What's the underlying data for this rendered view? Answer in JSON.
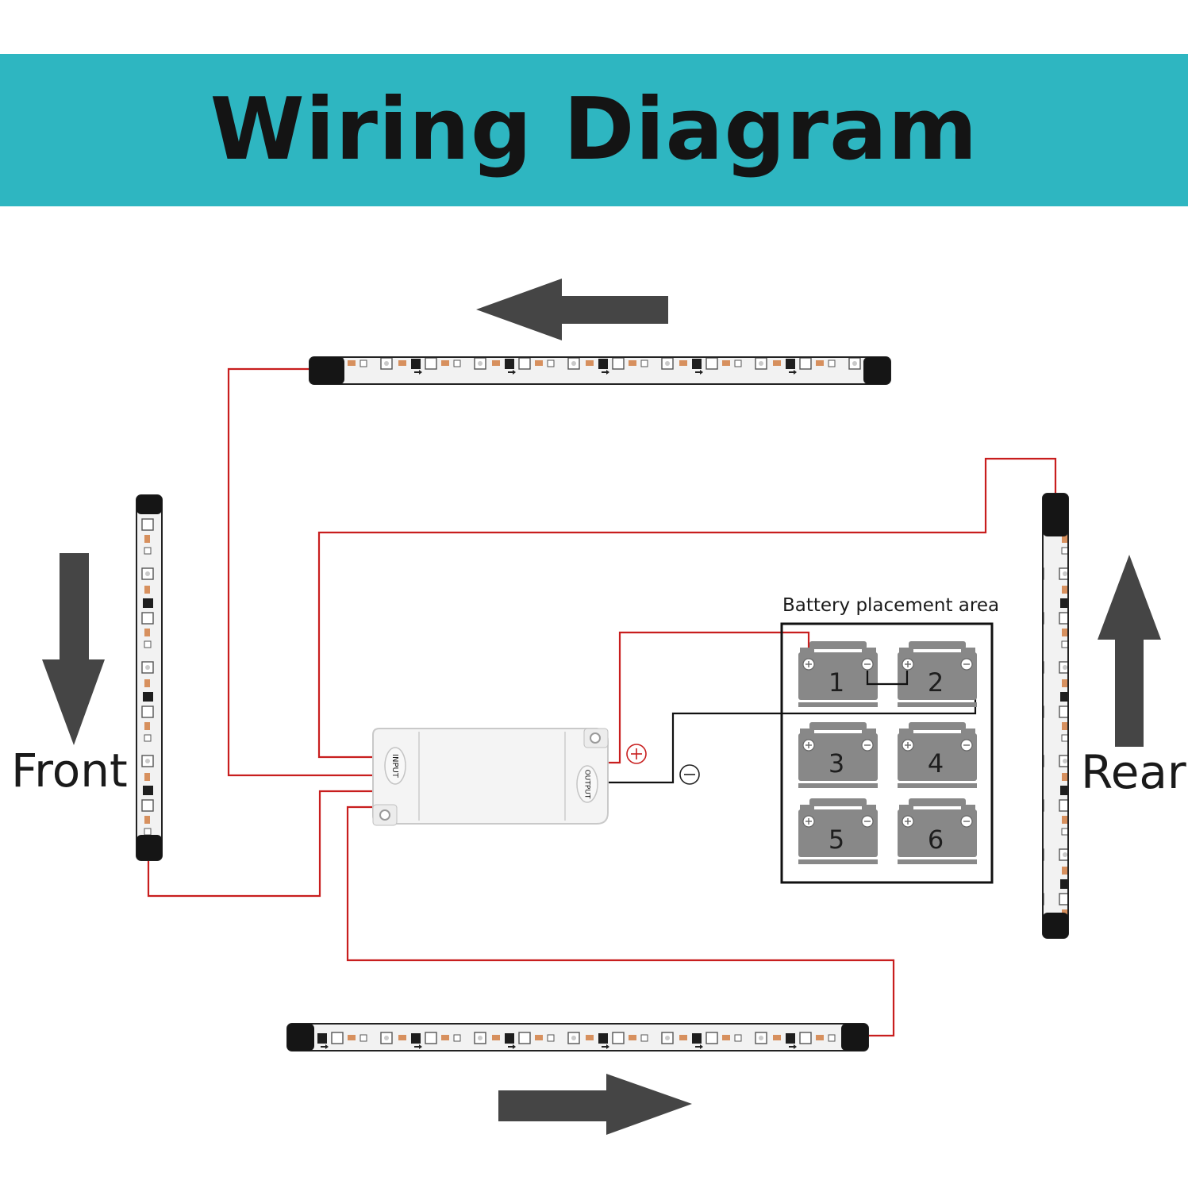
{
  "header": {
    "title": "Wiring Diagram"
  },
  "labels": {
    "front": "Front",
    "rear": "Rear",
    "battery_area": "Battery placement area",
    "plus_symbol": "+",
    "minus_symbol": "−",
    "input_label": "INPUT",
    "output_label": "OUTPUT"
  },
  "batteries": [
    "1",
    "2",
    "3",
    "4",
    "5",
    "6"
  ],
  "colors": {
    "banner": "#2eb6c1",
    "wire_red": "#c81e1e",
    "wire_black": "#111111",
    "arrow": "#454545",
    "battery": "#888888"
  }
}
